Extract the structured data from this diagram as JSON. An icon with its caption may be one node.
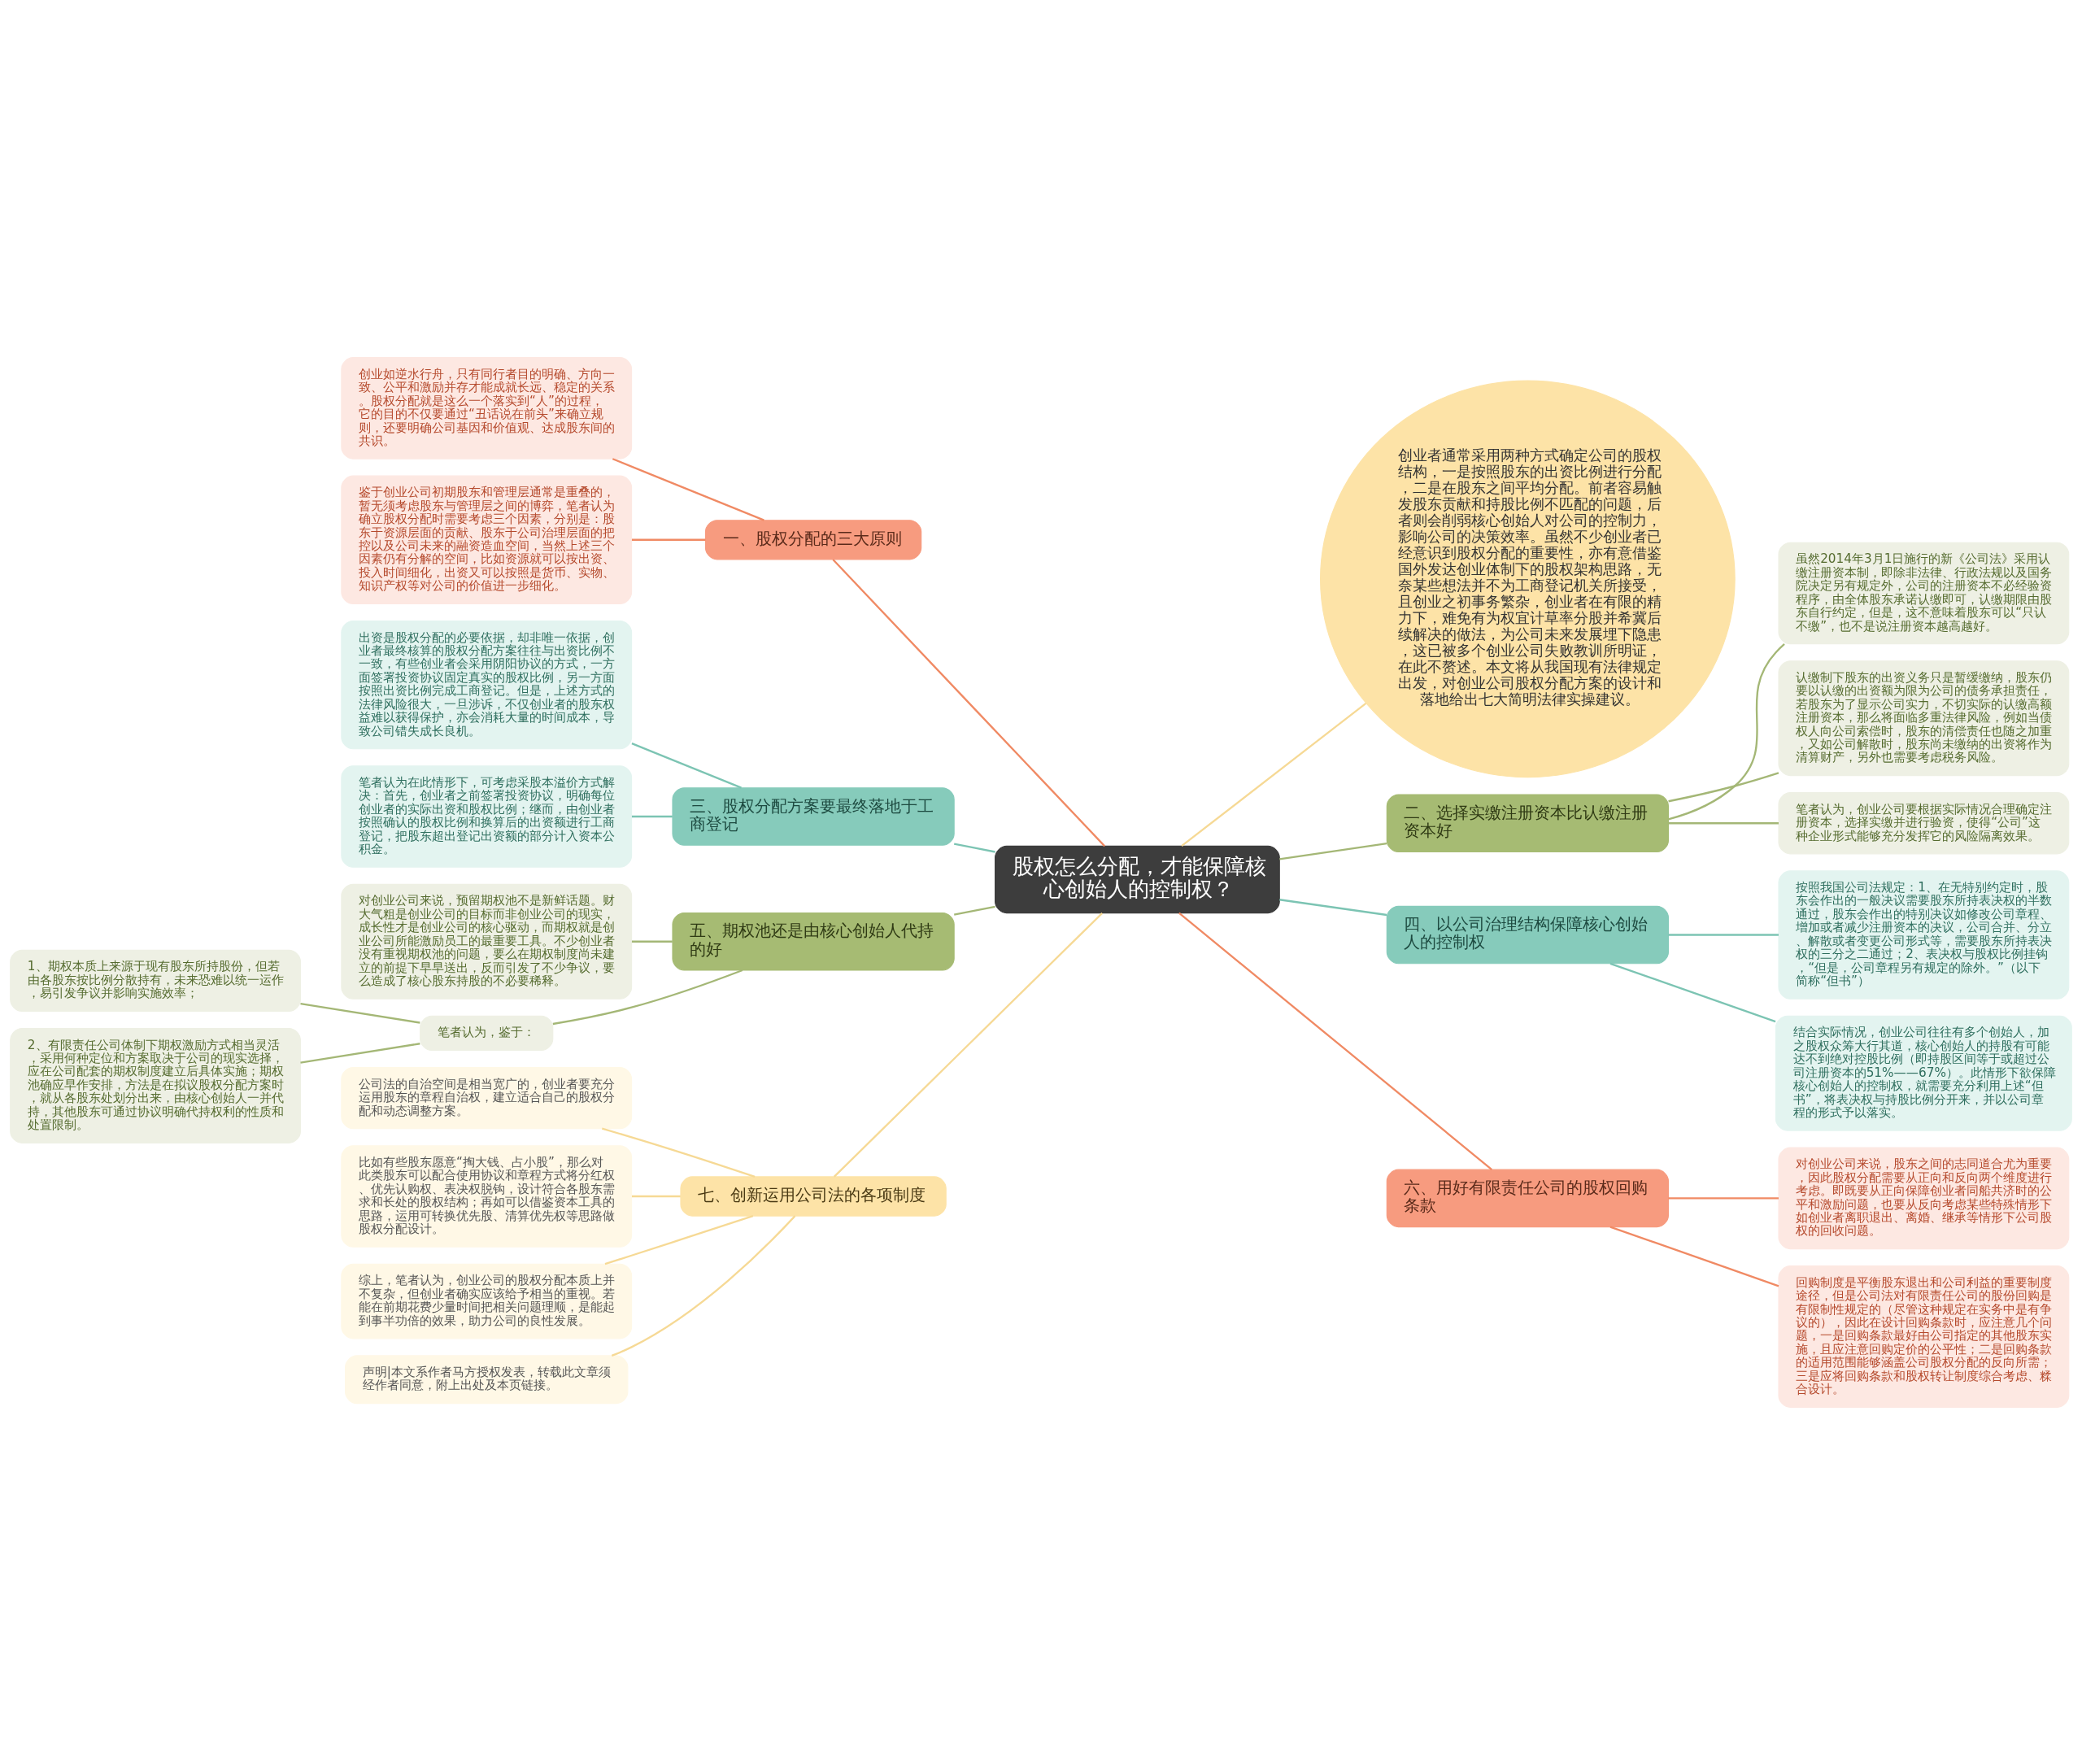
{
  "diagram": {
    "nodes": [
      {
        "text": [
          "股权怎么分配，才能保障核心创始人的控制权？"
        ]
      },
      {
        "text": [
          "创业者通常采用两种方式确定公司的股权结构，一是按照股东的出资比例进行分配，二是在股东之间平均分配。前者容易触发股东贡献和持股比例不匹配的问题，后者则会削弱核心创始人对公司的控制力，影响公司的决策效率。虽然不少创业者已经意识到股权分配的重要性，亦有意借鉴国外发达创业体制下的股权架构思路，无奈某些想法并不为工商登记机关所接受，且创业之初事务繁杂，创业者在有限的精力下，难免有为权宜计草率分股并希冀后续解决的做法，为公司未来发展埋下隐患，这已被多个创业公司失败教训所明证，在此不赘述。本文将从我国现有法律规定出发，对创业公司股权分配方案的设计和落地给出七大简明法律实操建议。"
        ]
      },
      {
        "text": [
          "一、股权分配的三大原则"
        ]
      },
      {
        "text": [
          "创业如逆水行舟，只有同行者目的明确、方向一致、公平和激励并存才能成就长远、稳定的关系。股权分配就是这么一个落实到“人”的过程，它的目的不仅要通过“丑话说在前头”来确立规则，还要明确公司基因和价值观、达成股东间的共识。"
        ]
      },
      {
        "text": [
          "鉴于创业公司初期股东和管理层通常是重叠的，暂无须考虑股东与管理层之间的博弈，笔者认为确立股权分配时需要考虑三个因素，分别是：股东于资源层面的贡献、股东于公司治理层面的把控以及公司未来的融资造血空间，当然上述三个因素仍有分解的空间，比如资源就可以按出资、投入时间细化，出资又可以按照是货币、实物、知识产权等对公司的价值进一步细化。"
        ]
      },
      {
        "text": [
          "二、选择实缴注册资本比认缴注册资本好"
        ]
      },
      {
        "text": [
          "虽然2014年3月1日施行的新《公司法》采用认缴注册资本制，即除非法律、行政法规以及国务院决定另有规定外，公司的注册资本不必经验资程序，由全体股东承诺认缴即可，认缴期限由股东自行约定，但是，这不意味着股东可以“只认不缴”，也不是说注册资本越高越好。"
        ]
      },
      {
        "text": [
          "认缴制下股东的出资义务只是暂缓缴纳，股东仍要以认缴的出资额为限为公司的债务承担责任，若股东为了显示公司实力，不切实际的认缴高额注册资本，那么将面临多重法律风险，例如当债权人向公司索偿时，股东的清偿责任也随之加重，又如公司解散时，股东尚未缴纳的出资将作为清算财产，另外也需要考虑税务风险。"
        ]
      },
      {
        "text": [
          "笔者认为，创业公司要根据实际情况合理确定注册资本，选择实缴并进行验资，使得“公司”这种企业形式能够充分发挥它的风险隔离效果。"
        ]
      },
      {
        "text": [
          "三、股权分配方案要最终落地于工商登记"
        ]
      },
      {
        "text": [
          "出资是股权分配的必要依据，却非唯一依据，创业者最终核算的股权分配方案往往与出资比例不一致，有些创业者会采用阴阳协议的方式，一方面签署投资协议固定真实的股权比例，另一方面按照出资比例完成工商登记。但是，上述方式的法律风险很大，一旦涉诉，不仅创业者的股东权益难以获得保护，亦会消耗大量的时间成本，导致公司错失成长良机。"
        ]
      },
      {
        "text": [
          "笔者认为在此情形下，可考虑采股本溢价方式解决：首先，创业者之前签署投资协议，明确每位创业者的实际出资和股权比例；继而，由创业者按照确认的股权比例和换算后的出资额进行工商登记，把股东超出登记出资额的部分计入资本公积金。"
        ]
      },
      {
        "text": [
          "四、以公司治理结构保障核心创始人的控制权"
        ]
      },
      {
        "text": [
          "按照我国公司法规定：1、在无特别约定时，股东会作出的一般决议需要股东所持表决权的半数通过，股东会作出的特别决议如修改公司章程、增加或者减少注册资本的决议，公司合并、分立、解散或者变更公司形式等，需要股东所持表决权的三分之二通过；2、表决权与股权比例挂钩，“但是，公司章程另有规定的除外。”（以下简称“但书”）"
        ]
      },
      {
        "text": [
          "结合实际情况，创业公司往往有多个创始人，加之股权众筹大行其道，核心创始人的持股有可能达不到绝对控股比例（即持股区间等于或超过公司注册资本的51%——67%）。此情形下欲保障核心创始人的控制权，就需要充分利用上述“但书”，将表决权与持股比例分开来，并以公司章程的形式予以落实。"
        ]
      },
      {
        "text": [
          "五、期权池还是由核心创始人代持的好"
        ]
      },
      {
        "text": [
          "对创业公司来说，预留期权池不是新鲜话题。财大气粗是创业公司的目标而非创业公司的现实，成长性才是创业公司的核心驱动，而期权就是创业公司所能激励员工的最重要工具。不少创业者没有重视期权池的问题，要么在期权制度尚未建立的前提下早早送出，反而引发了不少争议，要么造成了核心股东持股的不必要稀释。"
        ]
      },
      {
        "text": [
          "笔者认为，鉴于："
        ]
      },
      {
        "text": [
          "1、期权本质上来源于现有股东所持股份，但若由各股东按比例分散持有，未来恐难以统一运作，易引发争议并影响实施效率；"
        ]
      },
      {
        "text": [
          "2、有限责任公司体制下期权激励方式相当灵活，采用何种定位和方案取决于公司的现实选择，应在公司配套的期权制度建立后具体实施；期权池确应早作安排，方法是在拟议股权分配方案时，就从各股东处划分出来，由核心创始人一并代持，其他股东可通过协议明确代持权利的性质和处置限制。"
        ]
      },
      {
        "text": [
          "六、用好有限责任公司的股权回购条款"
        ]
      },
      {
        "text": [
          "对创业公司来说，股东之间的志同道合尤为重要，因此股权分配需要从正向和反向两个维度进行考虑。即既要从正向保障创业者同船共济时的公平和激励问题，也要从反向考虑某些特殊情形下如创业者离职退出、离婚、继承等情形下公司股权的回收问题。"
        ]
      },
      {
        "text": [
          "回购制度是平衡股东退出和公司利益的重要制度途径，但是公司法对有限责任公司的股份回购是有限制性规定的（尽管这种规定在实务中是有争议的），因此在设计回购条款时，应注意几个问题，一是回购条款最好由公司指定的其他股东实施，且应注意回购定价的公平性；二是回购条款的适用范围能够涵盖公司股权分配的反向所需；三是应将回购条款和股权转让制度综合考虑、糅合设计。"
        ]
      },
      {
        "text": [
          "七、创新运用公司法的各项制度"
        ]
      },
      {
        "text": [
          "公司法的自治空间是相当宽广的，创业者要充分运用股东的章程自治权，建立适合自己的股权分配和动态调整方案。"
        ]
      },
      {
        "text": [
          "比如有些股东愿意“掏大钱、占小股”，那么对此类股东可以配合使用协议和章程方式将分红权、优先认购权、表决权脱钩，设计符合各股东需求和长处的股权结构；再如可以借鉴资本工具的思路，运用可转换优先股、清算优先权等思路做股权分配设计。"
        ]
      },
      {
        "text": [
          "综上，笔者认为，创业公司的股权分配本质上并不复杂，但创业者确实应该给予相当的重视。若能在前期花费少量时间把相关问题理顺，是能起到事半功倍的效果，助力公司的良性发展。"
        ]
      },
      {
        "text": [
          "声明|本文系作者马方授权发表，转载此文章须经作者同意，附上出处及本页链接。"
        ]
      }
    ],
    "edges": [
      {
        "from": 0,
        "to": 1,
        "arrow": "none",
        "color": "#f6d995"
      },
      {
        "from": 2,
        "to": 0,
        "arrow": "none",
        "color": "#f08a64"
      },
      {
        "from": 3,
        "to": 2,
        "arrow": "none",
        "color": "#f08a64"
      },
      {
        "from": 4,
        "to": 2,
        "arrow": "none",
        "color": "#f08a64"
      },
      {
        "from": 0,
        "to": 5,
        "arrow": "none",
        "color": "#a4b776"
      },
      {
        "from": 5,
        "to": 6,
        "arrow": "none",
        "color": "#a4b776"
      },
      {
        "from": 5,
        "to": 7,
        "arrow": "none",
        "color": "#a4b776"
      },
      {
        "from": 5,
        "to": 8,
        "arrow": "none",
        "color": "#a4b776"
      },
      {
        "from": 9,
        "to": 0,
        "arrow": "none",
        "color": "#7cc4b3"
      },
      {
        "from": 10,
        "to": 9,
        "arrow": "none",
        "color": "#7cc4b3"
      },
      {
        "from": 11,
        "to": 9,
        "arrow": "none",
        "color": "#7cc4b3"
      },
      {
        "from": 0,
        "to": 12,
        "arrow": "none",
        "color": "#7cc4b3"
      },
      {
        "from": 12,
        "to": 13,
        "arrow": "none",
        "color": "#7cc4b3"
      },
      {
        "from": 12,
        "to": 14,
        "arrow": "none",
        "color": "#7cc4b3"
      },
      {
        "from": 15,
        "to": 0,
        "arrow": "none",
        "color": "#a4b776"
      },
      {
        "from": 16,
        "to": 15,
        "arrow": "none",
        "color": "#a4b776"
      },
      {
        "from": 17,
        "to": 15,
        "arrow": "none",
        "color": "#a4b776"
      },
      {
        "from": 18,
        "to": 17,
        "arrow": "none",
        "color": "#a4b776"
      },
      {
        "from": 19,
        "to": 17,
        "arrow": "none",
        "color": "#a4b776"
      },
      {
        "from": 0,
        "to": 20,
        "arrow": "none",
        "color": "#f08a64"
      },
      {
        "from": 20,
        "to": 21,
        "arrow": "none",
        "color": "#f08a64"
      },
      {
        "from": 20,
        "to": 22,
        "arrow": "none",
        "color": "#f08a64"
      },
      {
        "from": 23,
        "to": 0,
        "arrow": "none",
        "color": "#f6d995"
      },
      {
        "from": 24,
        "to": 23,
        "arrow": "none",
        "color": "#f6d995"
      },
      {
        "from": 25,
        "to": 23,
        "arrow": "none",
        "color": "#f6d995"
      },
      {
        "from": 26,
        "to": 23,
        "arrow": "none",
        "color": "#f6d995"
      },
      {
        "from": 27,
        "to": 23,
        "arrow": "none",
        "color": "#f6d995"
      }
    ]
  }
}
